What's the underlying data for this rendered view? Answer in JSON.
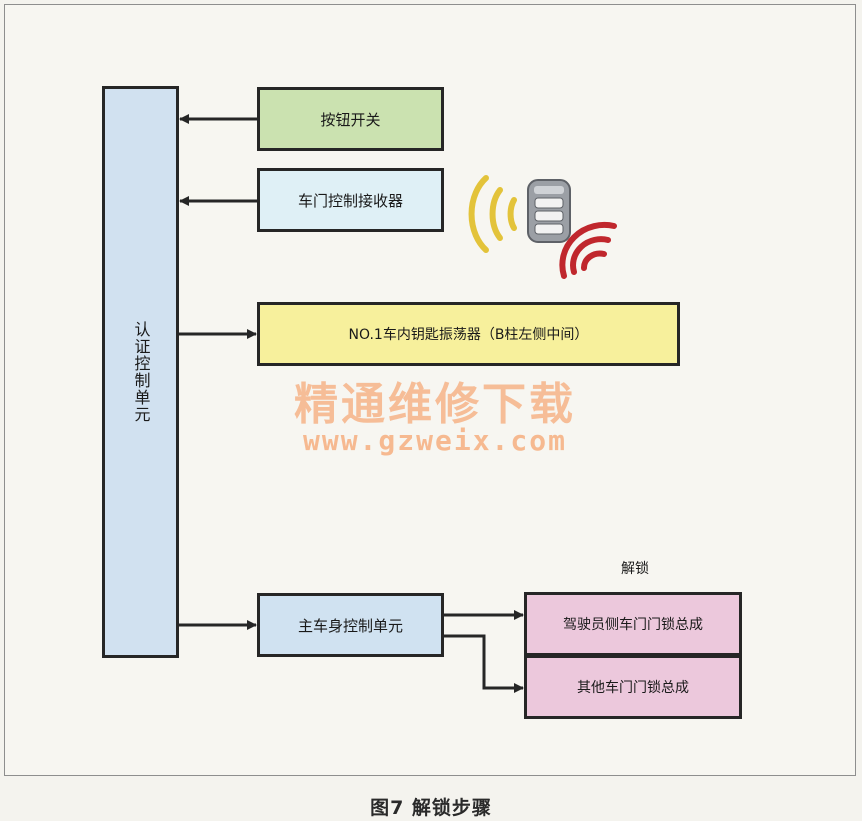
{
  "diagram": {
    "auth_unit_label": "认证控制单元",
    "button_switch_label": "按钮开关",
    "door_receiver_label": "车门控制接收器",
    "oscillator_label": "NO.1车内钥匙振荡器（B柱左侧中间）",
    "body_control_label": "主车身控制单元",
    "unlock_label": "解锁",
    "driver_lock_label": "驾驶员侧车门门锁总成",
    "other_lock_label": "其他车门门锁总成"
  },
  "caption": "图7 解锁步骤",
  "watermark": {
    "text_cn": "精通维修下载",
    "url": "www.gzweix.com"
  },
  "colors": {
    "auth_unit": "#d1e1f0",
    "button_switch": "#cbe2b0",
    "door_receiver": "#dff0f6",
    "oscillator": "#f7f09c",
    "body_control": "#d0e2f1",
    "lock_assembly": "#ecc8dc",
    "signal_yellow": "#e3c33a",
    "signal_red": "#c0272d"
  },
  "icons": {
    "key_fob": "key-fob-icon"
  }
}
